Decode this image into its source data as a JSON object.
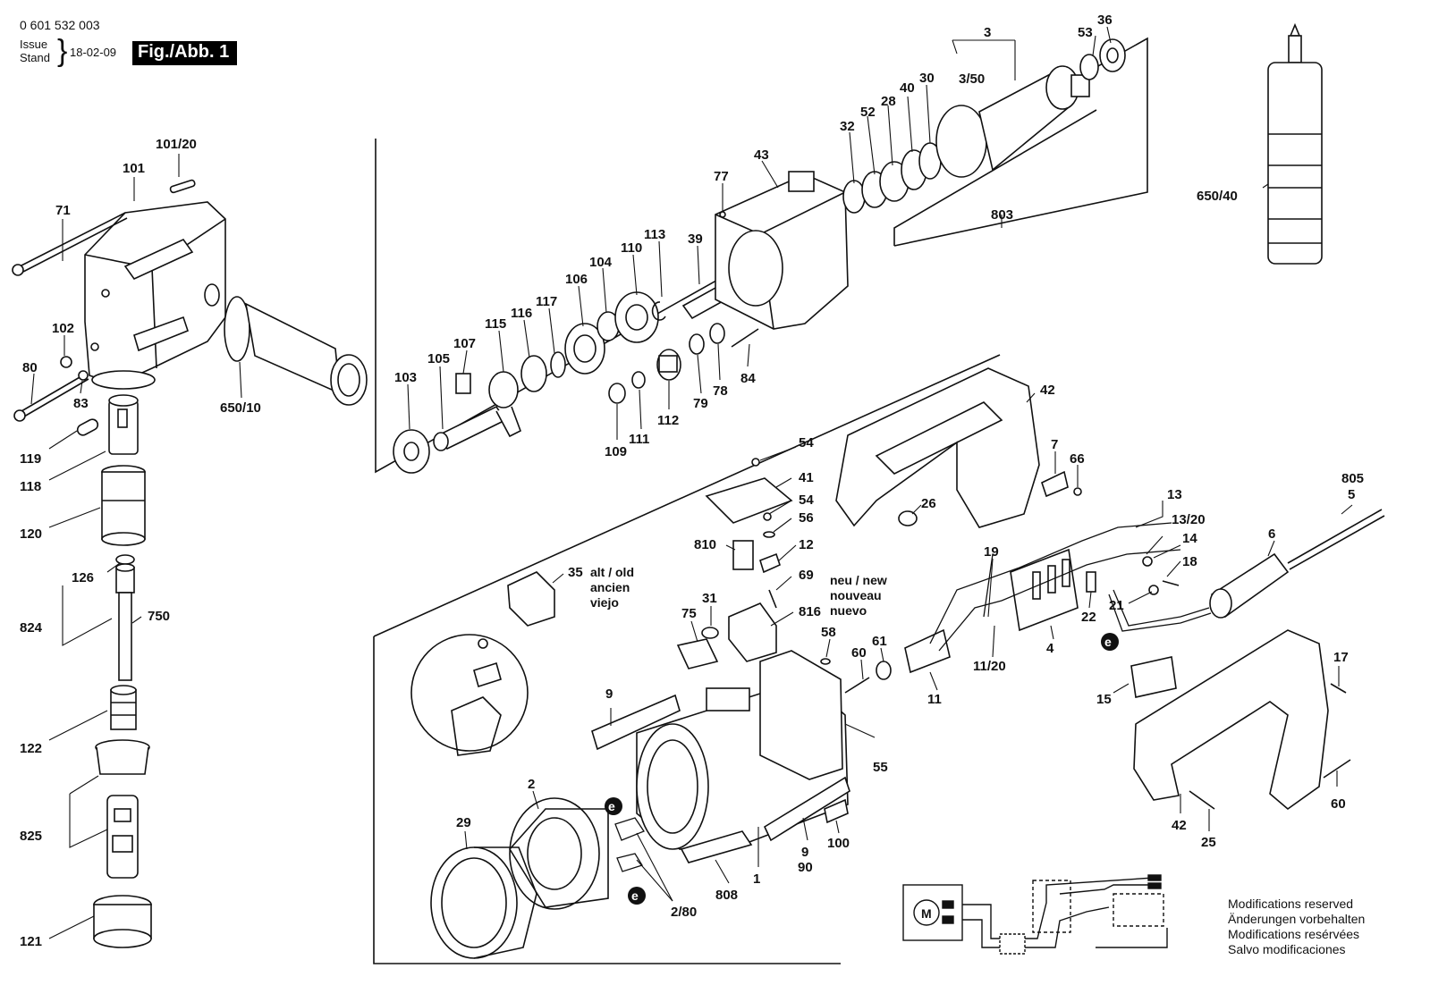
{
  "header": {
    "part_number": "0 601 532 003",
    "issue_label": "Issue",
    "stand_label": "Stand",
    "date": "18-02-09",
    "figure_label": "Fig./Abb. 1"
  },
  "notes": {
    "old_variant": [
      "alt / old",
      "ancien",
      "viejo"
    ],
    "new_variant": [
      "neu / new",
      "nouveau",
      "nuevo"
    ],
    "earth_symbol": "e",
    "motor_symbol": "M"
  },
  "modifications": [
    "Modifications reserved",
    "Änderungen vorbehalten",
    "Modifications resérvées",
    "Salvo modificaciones"
  ],
  "part_labels": {
    "p3": "3",
    "p53": "53",
    "p36": "36",
    "p3_50": "3/50",
    "p40": "40",
    "p30": "30",
    "p52": "52",
    "p28": "28",
    "p32": "32",
    "p803": "803",
    "p43": "43",
    "p77": "77",
    "p39": "39",
    "p113": "113",
    "p110": "110",
    "p104": "104",
    "p106": "106",
    "p117": "117",
    "p116": "116",
    "p115": "115",
    "p107": "107",
    "p105": "105",
    "p103": "103",
    "p109": "109",
    "p111": "111",
    "p112": "112",
    "p79": "79",
    "p78": "78",
    "p84": "84",
    "p650_40": "650/40",
    "p101_20": "101/20",
    "p101": "101",
    "p71": "71",
    "p102": "102",
    "p80": "80",
    "p83": "83",
    "p650_10": "650/10",
    "p119": "119",
    "p118": "118",
    "p120": "120",
    "p126": "126",
    "p824": "824",
    "p750": "750",
    "p122": "122",
    "p825": "825",
    "p121": "121",
    "p42a": "42",
    "p7": "7",
    "p66": "66",
    "p26": "26",
    "p54a": "54",
    "p41": "41",
    "p54b": "54",
    "p56": "56",
    "p810": "810",
    "p12": "12",
    "p69": "69",
    "p816": "816",
    "p35": "35",
    "p75": "75",
    "p31": "31",
    "p58": "58",
    "p60a": "60",
    "p61": "61",
    "p13": "13",
    "p13_20": "13/20",
    "p14": "14",
    "p18": "18",
    "p19": "19",
    "p22": "22",
    "p21": "21",
    "p4": "4",
    "p11_20": "11/20",
    "p11": "11",
    "p805": "805",
    "p5": "5",
    "p6": "6",
    "p17": "17",
    "p15": "15",
    "p60b": "60",
    "p42b": "42",
    "p25": "25",
    "p9a": "9",
    "p55": "55",
    "p2": "2",
    "p29": "29",
    "p2_80": "2/80",
    "p808": "808",
    "p1": "1",
    "p9b": "9",
    "p90": "90",
    "p100": "100"
  },
  "colors": {
    "ink": "#111111",
    "paper": "#ffffff",
    "label_box": "#000000"
  }
}
